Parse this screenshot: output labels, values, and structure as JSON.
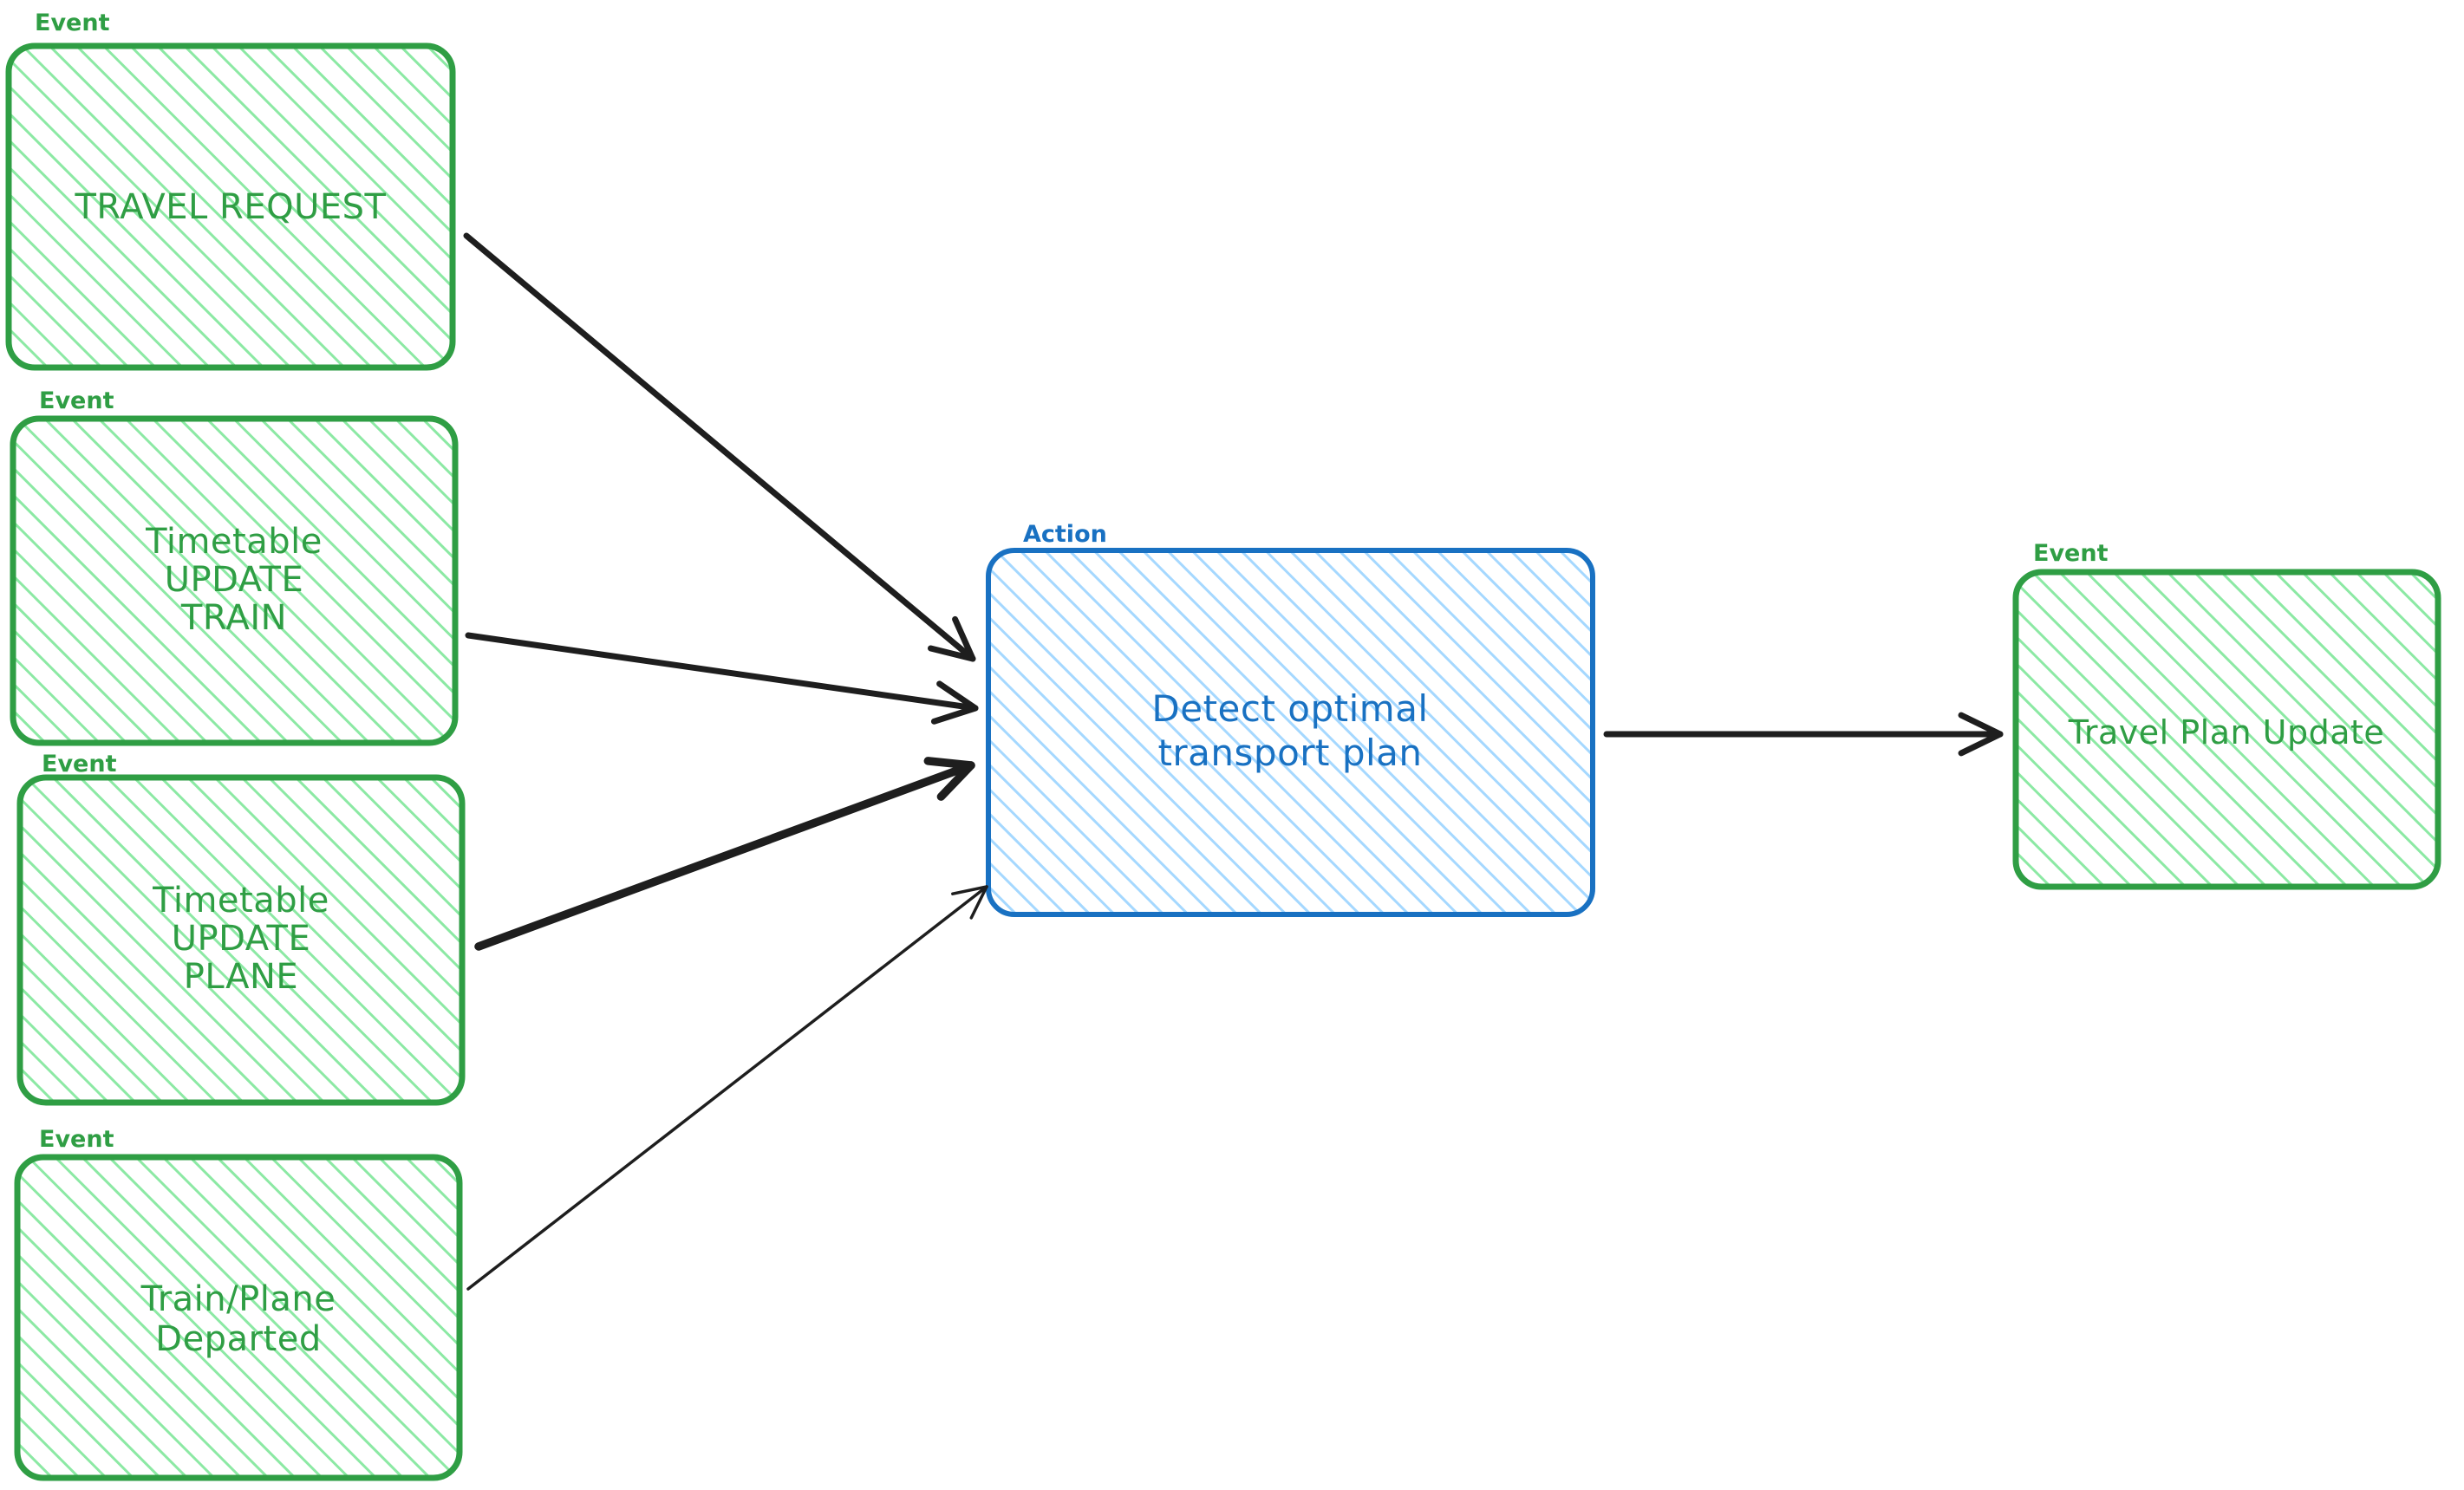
{
  "canvas": {
    "background": "#ffffff"
  },
  "palette": {
    "event_stroke": "#2f9e44",
    "event_hatch": "#8ce9a4",
    "event_text": "#2f9e44",
    "action_stroke": "#1971c2",
    "action_hatch": "#a5d8ff",
    "action_text": "#1971c2",
    "arrow": "#1e1e1e",
    "canvas_bg": "#ffffff"
  },
  "nodes": {
    "travel_request": {
      "kind": "Event",
      "lines": [
        "TRAVEL REQUEST"
      ]
    },
    "timetable_update_train": {
      "kind": "Event",
      "lines": [
        "Timetable",
        "UPDATE",
        "TRAIN"
      ]
    },
    "timetable_update_plane": {
      "kind": "Event",
      "lines": [
        "Timetable",
        "UPDATE",
        "PLANE"
      ]
    },
    "train_plane_departed": {
      "kind": "Event",
      "lines": [
        "Train/Plane",
        "Departed"
      ]
    },
    "detect_optimal_transport_plan": {
      "kind": "Action",
      "lines": [
        "Detect optimal",
        "transport plan"
      ]
    },
    "travel_plan_update": {
      "kind": "Event",
      "lines": [
        "Travel Plan Update"
      ]
    }
  },
  "edges": [
    {
      "from": "travel_request",
      "to": "detect_optimal_transport_plan"
    },
    {
      "from": "timetable_update_train",
      "to": "detect_optimal_transport_plan"
    },
    {
      "from": "timetable_update_plane",
      "to": "detect_optimal_transport_plan"
    },
    {
      "from": "train_plane_departed",
      "to": "detect_optimal_transport_plan"
    },
    {
      "from": "detect_optimal_transport_plan",
      "to": "travel_plan_update"
    }
  ]
}
